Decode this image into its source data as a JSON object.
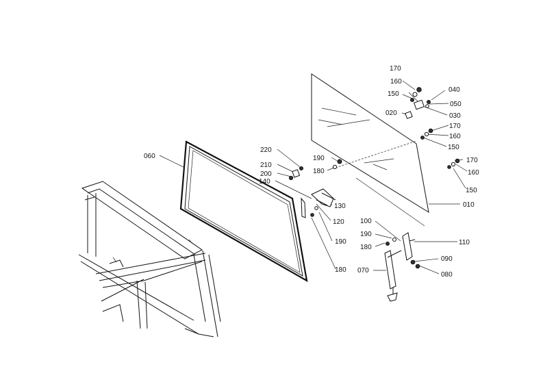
{
  "labels": {
    "p010": "010",
    "p020": "020",
    "p030": "030",
    "p040": "040",
    "p050": "050",
    "p060": "060",
    "p070": "070",
    "p080": "080",
    "p090": "090",
    "p100": "100",
    "p110": "110",
    "p120": "120",
    "p130": "130",
    "p140": "140",
    "p150": "150",
    "p160": "160",
    "p170": "170",
    "p180": "180",
    "p190": "190",
    "p200": "200",
    "p210": "210",
    "p220": "220"
  }
}
